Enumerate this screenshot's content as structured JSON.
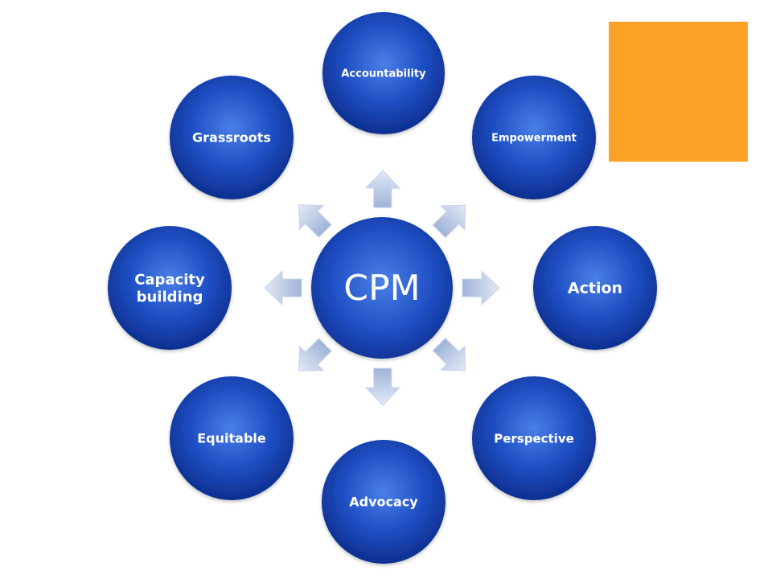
{
  "center": {
    "label": "CPM"
  },
  "nodes": [
    {
      "id": "accountability",
      "label": "Accountability"
    },
    {
      "id": "empowerment",
      "label": "Empowerment"
    },
    {
      "id": "action",
      "label": "Action"
    },
    {
      "id": "perspective",
      "label": "Perspective"
    },
    {
      "id": "advocacy",
      "label": "Advocacy"
    },
    {
      "id": "equitable",
      "label": "Equitable"
    },
    {
      "id": "capacity-building",
      "label": [
        "Capacity",
        "building"
      ]
    },
    {
      "id": "grassroots",
      "label": "Grassroots"
    }
  ],
  "colors": {
    "circle_light": "#4a7fe6",
    "circle_mid": "#1f4fc4",
    "circle_dark": "#0d2f8f",
    "arrow_light": "#e3eaf6",
    "arrow_dark": "#9fb3d8",
    "accent": "#fca327"
  }
}
